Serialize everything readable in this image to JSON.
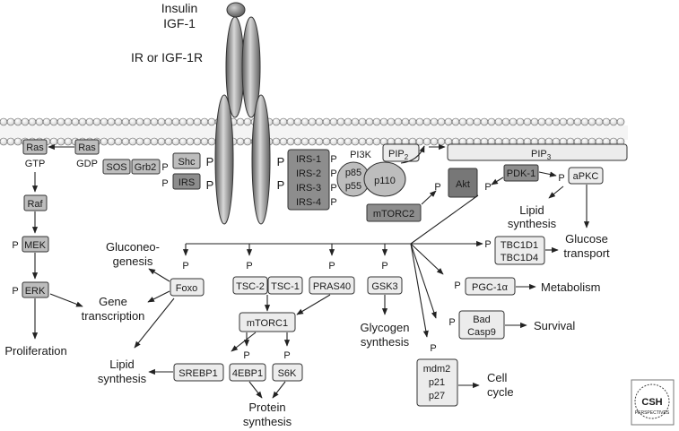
{
  "ligands": [
    "Insulin",
    "IGF-1"
  ],
  "receptor": "IR or IGF-1R",
  "adaptors": {
    "ras_gtp": "Ras",
    "gtp": "GTP",
    "ras_gdp": "Ras",
    "gdp": "GDP",
    "sos": "SOS",
    "grb2": "Grb2",
    "shc": "Shc",
    "irs": "IRS",
    "irs_list": [
      "IRS-1",
      "IRS-2",
      "IRS-3",
      "IRS-4"
    ],
    "pi3k": "PI3K",
    "p85": "p85",
    "p55": "p55",
    "p110": "p110",
    "pip2_base": "PIP",
    "pip2_sub": "2",
    "pip3_base": "PIP",
    "pip3_sub": "3"
  },
  "kinases": {
    "akt": "Akt",
    "pdk1": "PDK-1",
    "apkc": "aPKC",
    "mtorc2": "mTORC2",
    "raf": "Raf",
    "mek": "MEK",
    "erk": "ERK"
  },
  "targets": {
    "foxo": "Foxo",
    "tsc2": "TSC-2",
    "tsc1": "TSC-1",
    "pras40": "PRAS40",
    "gsk3": "GSK3",
    "tbc1d1": "TBC1D1",
    "tbc1d4": "TBC1D4",
    "pgc1a": "PGC-1α",
    "bad": "Bad",
    "casp9": "Casp9",
    "mdm2": "mdm2",
    "p21": "p21",
    "p27": "p27",
    "mtorc1": "mTORC1",
    "srebp1": "SREBP1",
    "ebp1": "4EBP1",
    "s6k": "S6K"
  },
  "outcomes": {
    "proliferation": "Proliferation",
    "gene_transcription": [
      "Gene",
      "transcription"
    ],
    "gluconeogenesis": [
      "Gluconeo-",
      "genesis"
    ],
    "lipid_synthesis_left": [
      "Lipid",
      "synthesis"
    ],
    "lipid_synthesis_right": [
      "Lipid",
      "synthesis"
    ],
    "glycogen_synthesis": [
      "Glycogen",
      "synthesis"
    ],
    "protein_synthesis": [
      "Protein",
      "synthesis"
    ],
    "glucose_transport": [
      "Glucose",
      "transport"
    ],
    "metabolism": "Metabolism",
    "survival": "Survival",
    "cell_cycle": [
      "Cell",
      "cycle"
    ]
  },
  "phospho_label": "P",
  "logo": {
    "text": "CSH",
    "sub": "PERSPECTIVES"
  }
}
